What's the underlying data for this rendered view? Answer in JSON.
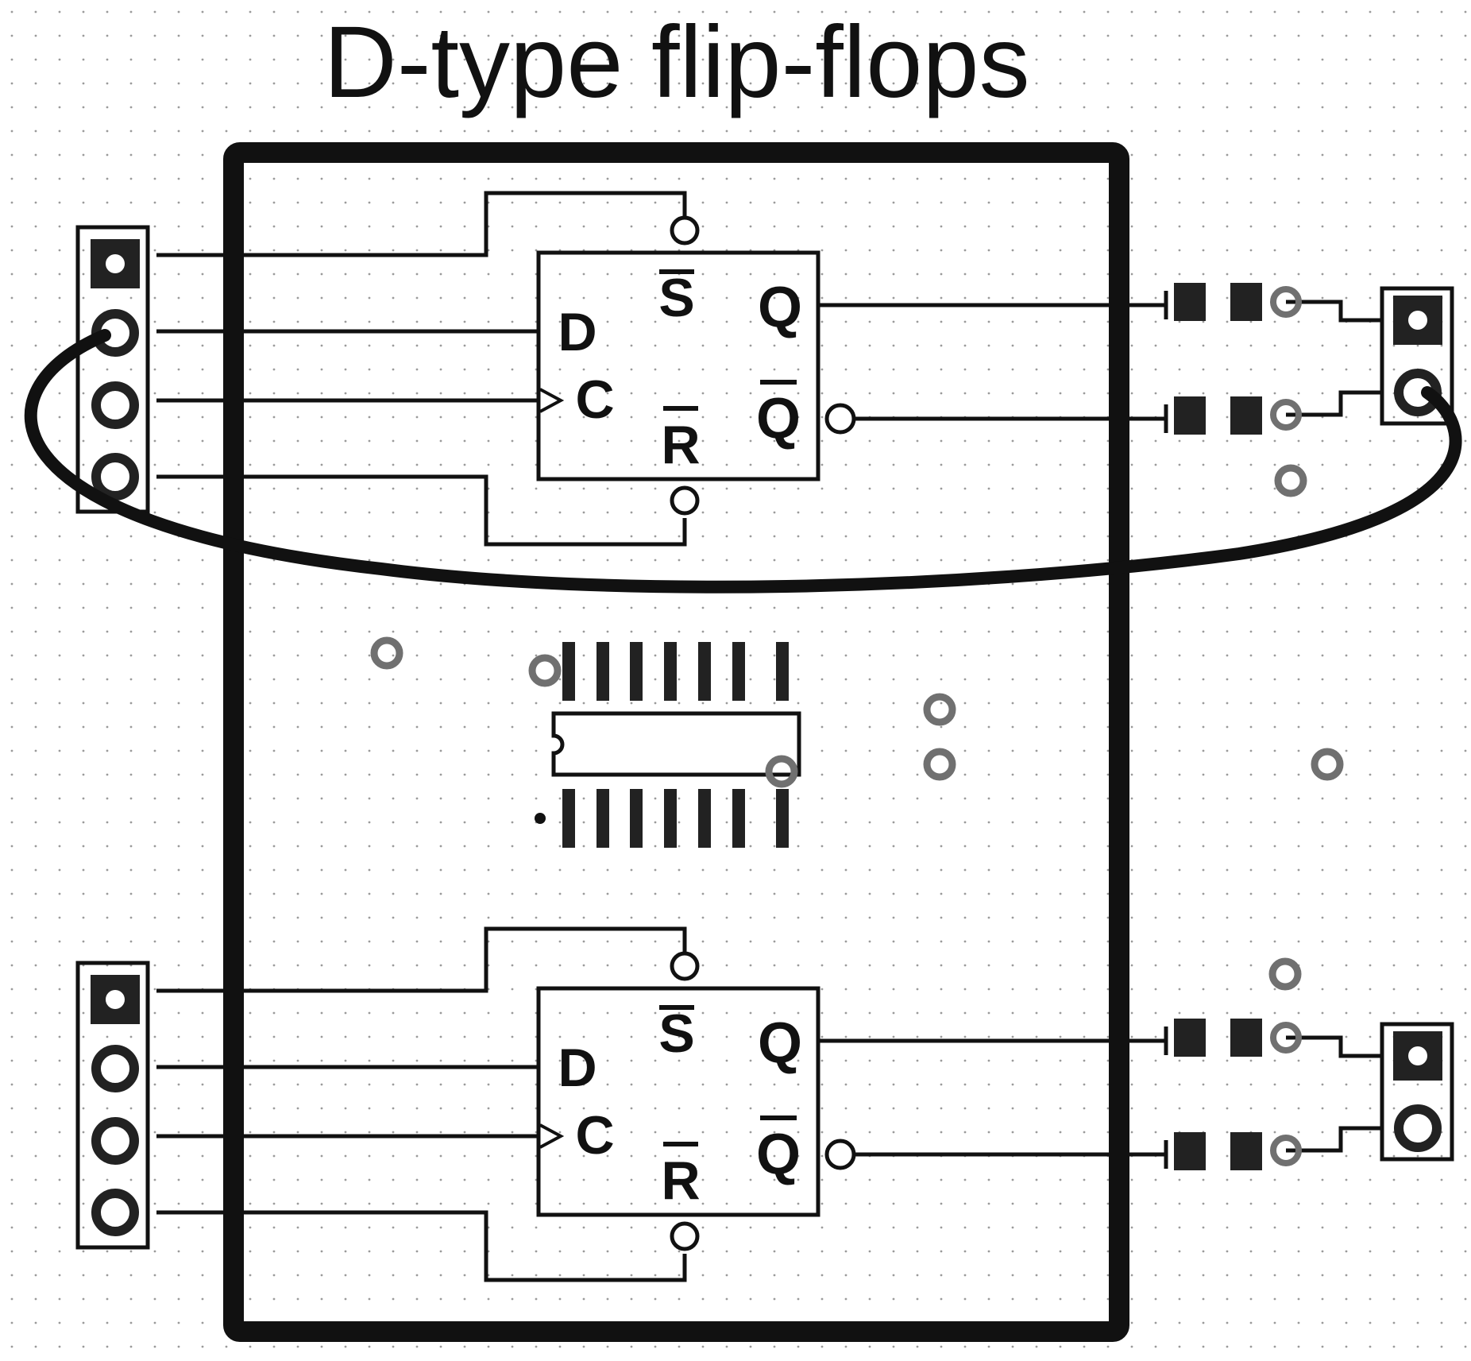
{
  "title": "D-type flip-flops",
  "colors": {
    "ink": "#111111",
    "grid_dot": "#9a9a9a",
    "via": "#707070",
    "background": "#ffffff"
  },
  "flip_flops": [
    {
      "d": "D",
      "c": "C",
      "s": "S",
      "r": "R",
      "q": "Q",
      "qbar": "Q"
    },
    {
      "d": "D",
      "c": "C",
      "s": "S",
      "r": "R",
      "q": "Q",
      "qbar": "Q"
    }
  ]
}
